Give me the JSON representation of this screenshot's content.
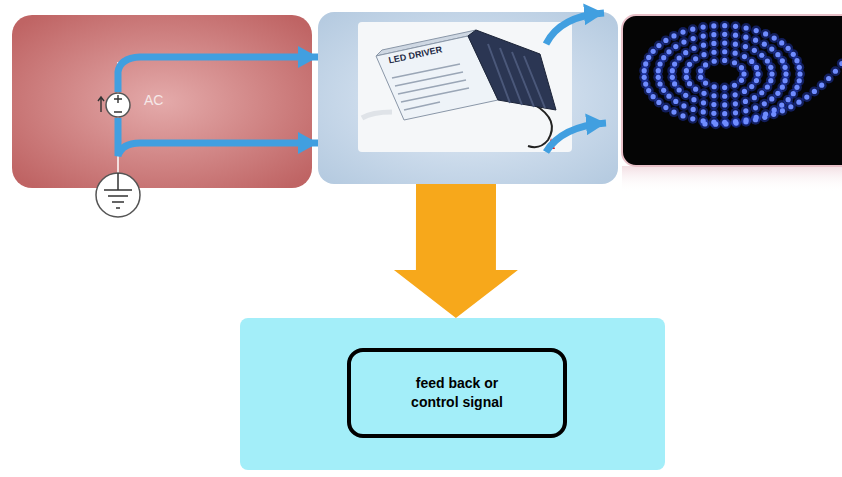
{
  "diagram": {
    "nodes": [
      {
        "text": [
          "AC"
        ]
      },
      {
        "text": [
          "LED DRIVER"
        ]
      },
      {
        "text": [
          "feed back or control signal"
        ]
      }
    ],
    "edges": [
      {
        "from": 0,
        "to": 1,
        "arrow": "to"
      },
      {
        "from": 0,
        "to": 1,
        "arrow": "to"
      },
      {
        "from": 1,
        "to": 2,
        "arrow": "to"
      }
    ]
  }
}
